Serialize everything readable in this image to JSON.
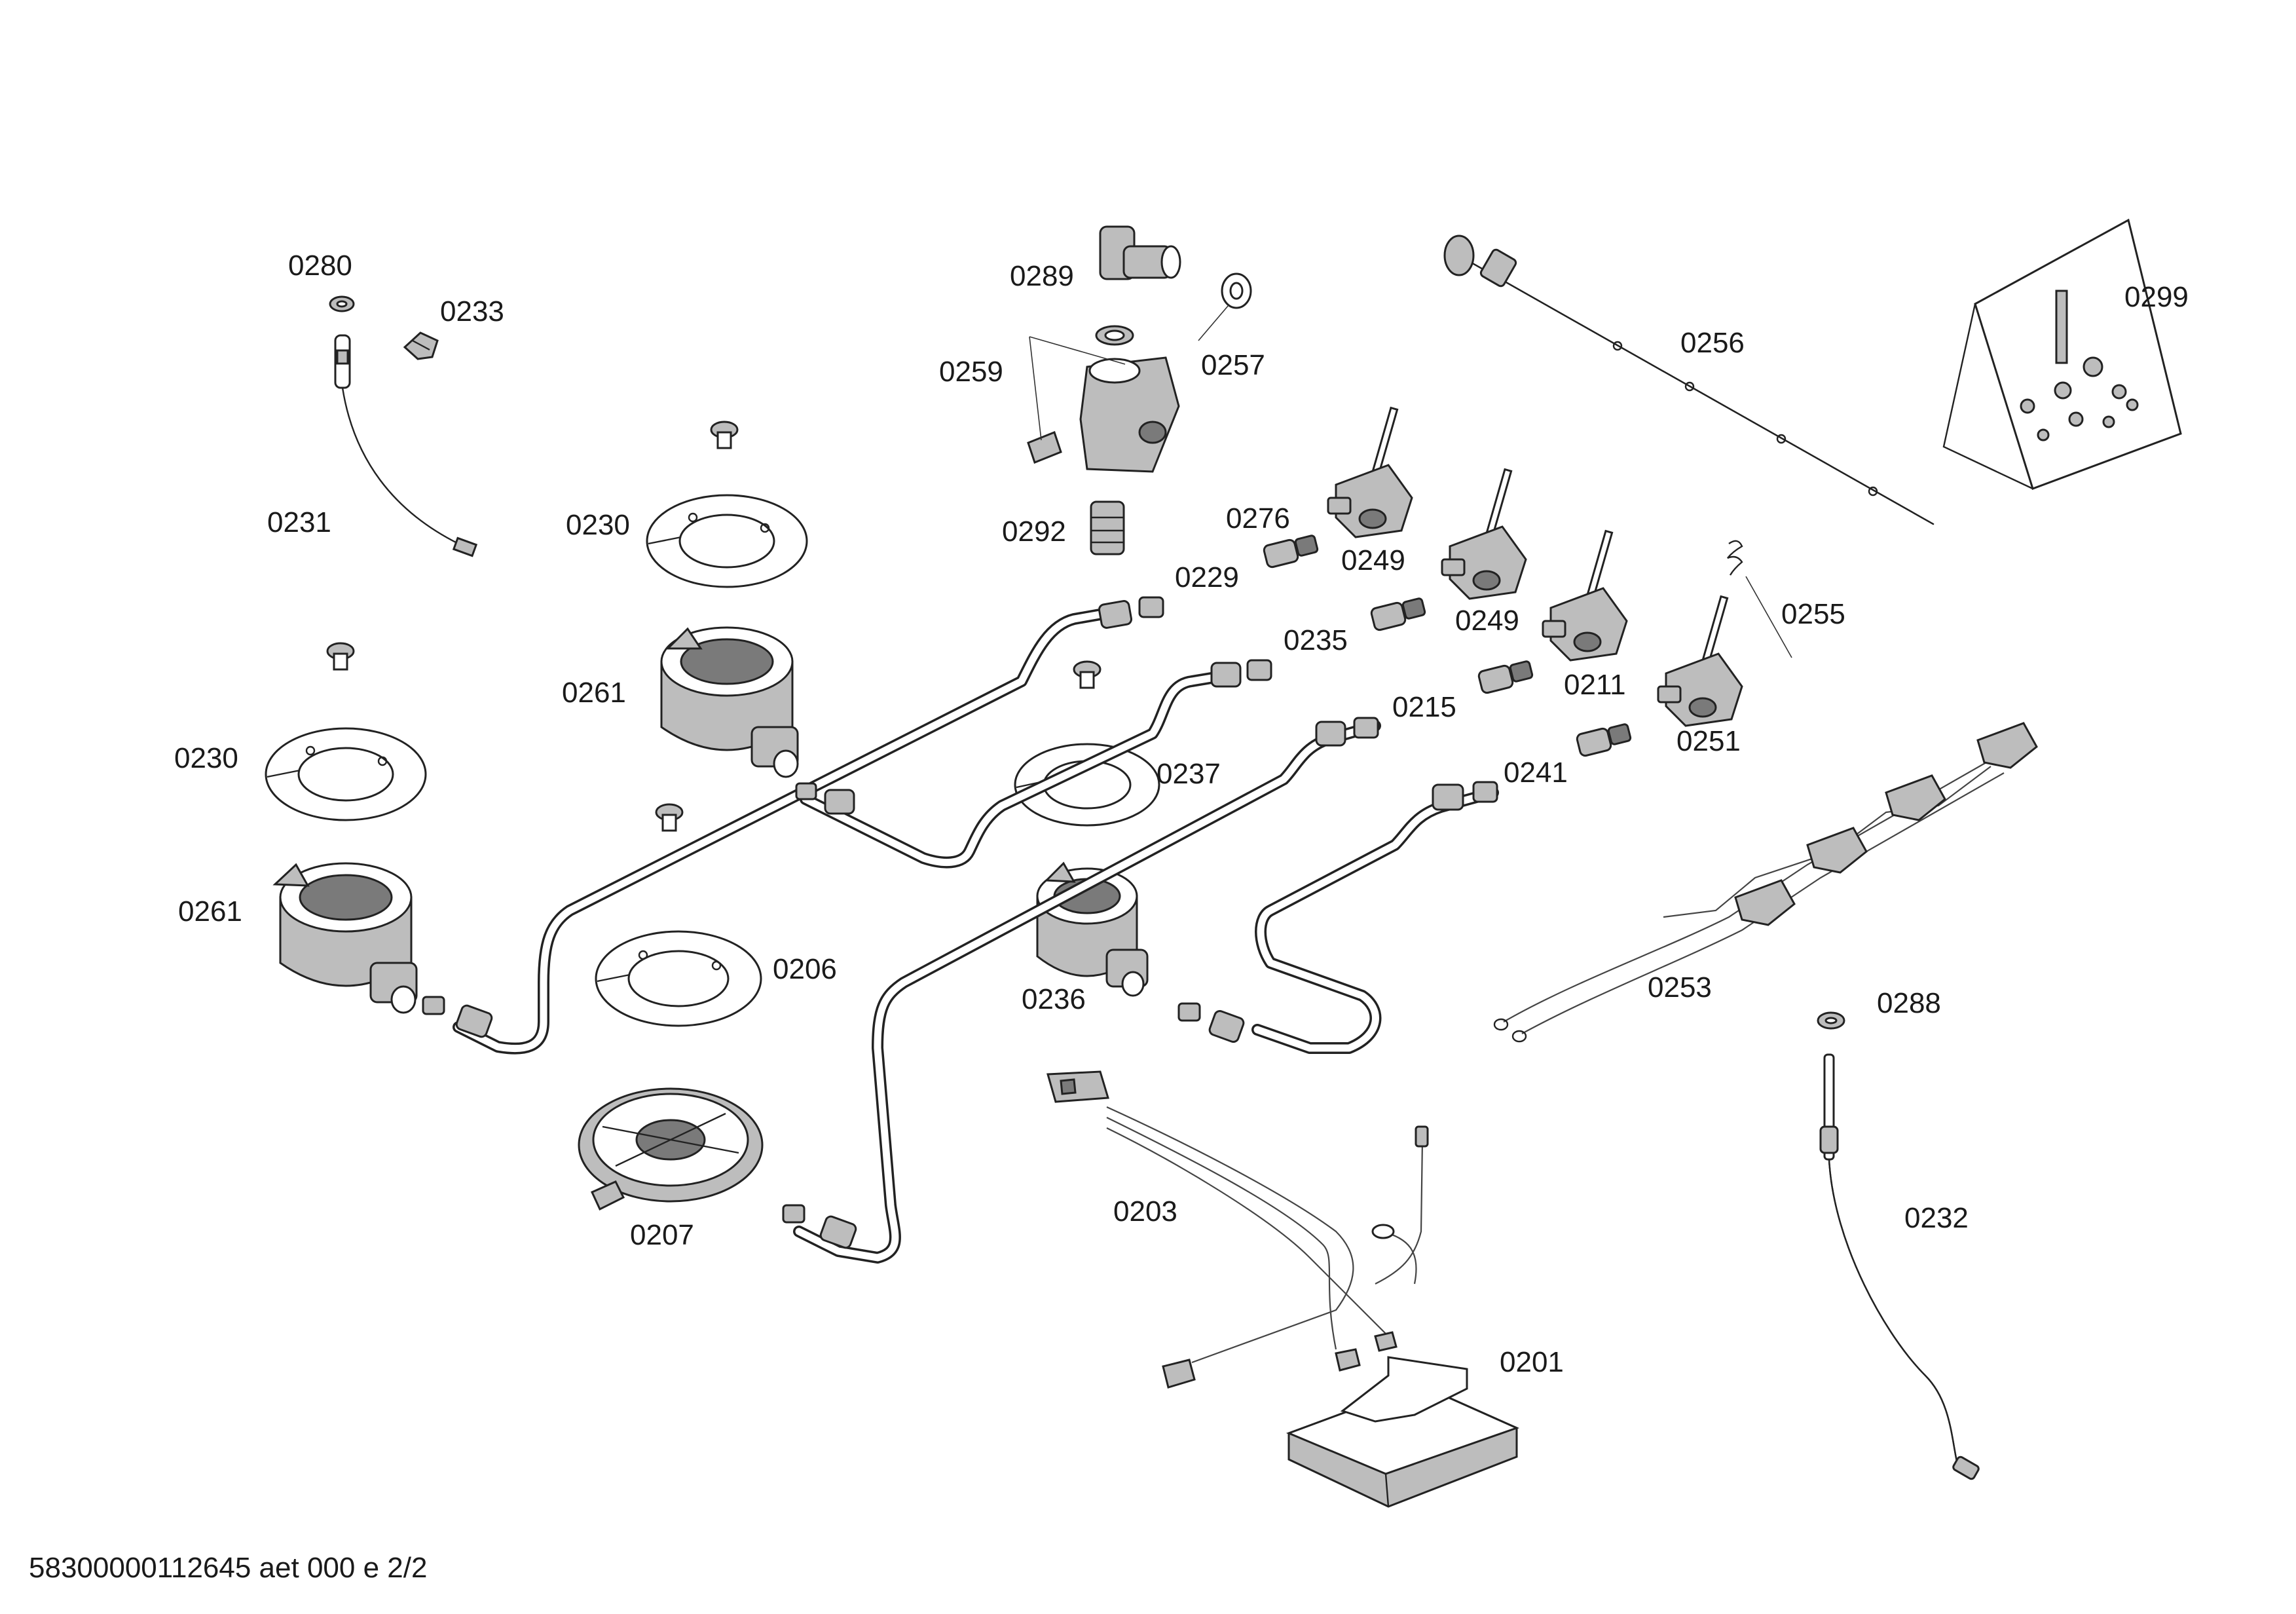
{
  "labels": {
    "p0280": "0280",
    "p0233": "0233",
    "p0231": "0231",
    "p0230a": "0230",
    "p0230b": "0230",
    "p0261a": "0261",
    "p0261b": "0261",
    "p0206": "0206",
    "p0207": "0207",
    "p0289": "0289",
    "p0257": "0257",
    "p0259": "0259",
    "p0292": "0292",
    "p0229": "0229",
    "p0276": "0276",
    "p0235": "0235",
    "p0237": "0237",
    "p0236": "0236",
    "p0215": "0215",
    "p0241": "0241",
    "p0249a": "0249",
    "p0249b": "0249",
    "p0211": "0211",
    "p0251": "0251",
    "p0255": "0255",
    "p0256": "0256",
    "p0299": "0299",
    "p0253": "0253",
    "p0288": "0288",
    "p0232": "0232",
    "p0203": "0203",
    "p0201": "0201"
  },
  "footer": "58300000112645 aet 000 e 2/2"
}
